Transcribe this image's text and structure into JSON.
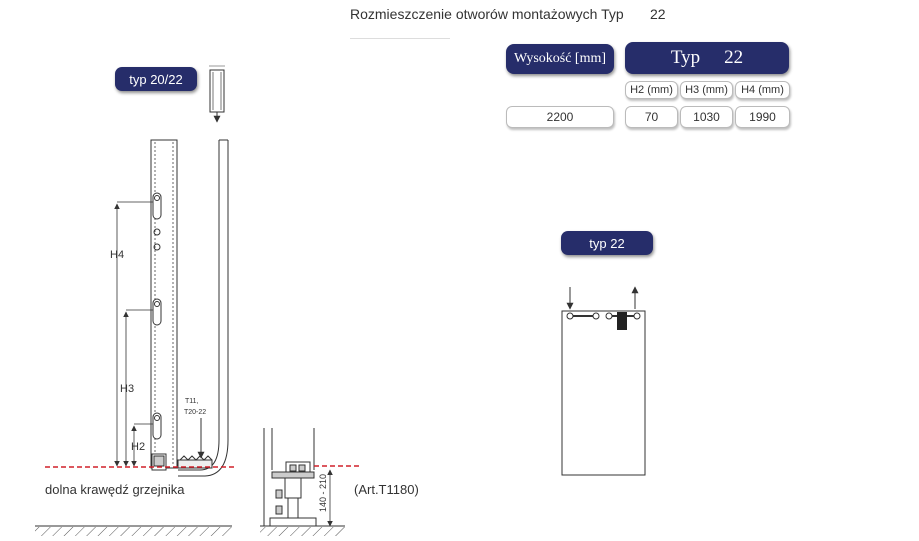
{
  "header": {
    "title": "Rozmieszczenie otworów montażowych Typ",
    "type_value": "22"
  },
  "table": {
    "height_label": "Wysokość [mm]",
    "type_label": "Typ",
    "type_value": "22",
    "columns": [
      "H2 (mm)",
      "H3 (mm)",
      "H4 (mm)"
    ],
    "height_value": "2200",
    "values": [
      "70",
      "1030",
      "1990"
    ]
  },
  "diagram_left": {
    "badge": "typ 20/22",
    "labels": {
      "h4": "H4",
      "h3": "H3",
      "h2": "H2"
    },
    "bracket_label_line1": "T11,",
    "bracket_label_line2": "T20-22",
    "bottom_edge_label": "dolna krawędź grzejnika",
    "stand_range": "140 - 210",
    "stand_article": "(Art.T1180)"
  },
  "diagram_right": {
    "badge": "typ 22"
  },
  "colors": {
    "navy": "#262d6a",
    "dashed_red": "#d0202a",
    "line": "#333333"
  }
}
